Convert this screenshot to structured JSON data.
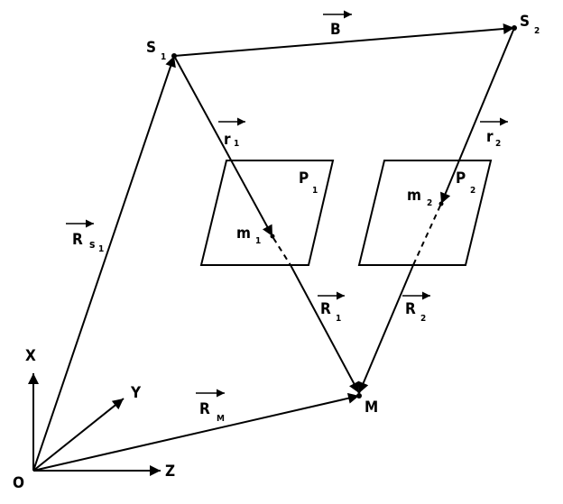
{
  "labels": {
    "O": "O",
    "X": "X",
    "Y": "Y",
    "Z": "Z",
    "S1": "S",
    "S1_sub": "1",
    "S2": "S",
    "S2_sub": "2",
    "B": "B",
    "r1": "r",
    "r1_sub": "1",
    "r2": "r",
    "r2_sub": "2",
    "P1": "P",
    "P1_sub": "1",
    "P2": "P",
    "P2_sub": "2",
    "m1": "m",
    "m1_sub": "1",
    "m2": "m",
    "m2_sub": "2",
    "R1": "R",
    "R1_sub": "1",
    "R2": "R",
    "R2_sub": "2",
    "RM": "R",
    "RM_sub": "M",
    "RS": "R",
    "RS_sub": "s",
    "RS_sub2": "1",
    "M": "M"
  }
}
